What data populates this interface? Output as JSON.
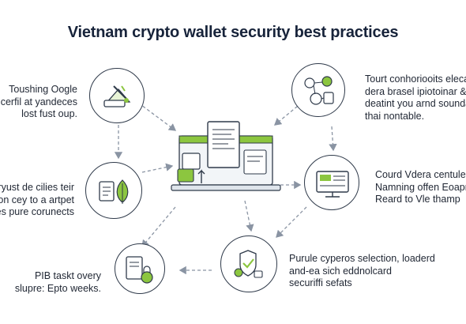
{
  "title": "Vietnam crypto wallet security best practices",
  "nodes": [
    {
      "id": "top-left",
      "icon": "wallet-pen-icon",
      "lines": [
        "Toushing Oogle",
        "cerfil at yandeces",
        "lost fust oup."
      ]
    },
    {
      "id": "mid-left",
      "icon": "document-leaf-icon",
      "lines": [
        "t cryust de cilies teir",
        "on cey to a artpet",
        "es pure corunects"
      ]
    },
    {
      "id": "bottom-left",
      "icon": "tablet-lock-icon",
      "lines": [
        "PIB taskt overy",
        "slupre: Epto weeks."
      ]
    },
    {
      "id": "top-right",
      "icon": "connected-devices-icon",
      "lines": [
        "Tourt conhoriooits elecabt",
        "dera brasel ipiotoinar & pu",
        "deatint you arnd soundar",
        "thai nontable."
      ]
    },
    {
      "id": "mid-right",
      "icon": "monitor-icon",
      "lines": [
        "Courd Vdera centule",
        "Namning offen Eoapm",
        "Reard to Vle thamp"
      ]
    },
    {
      "id": "bottom-right",
      "icon": "shield-check-icon",
      "lines": [
        "Purule cyperos selection, loaderd",
        "and-ea sich eddnolcard",
        "securiffi sefats"
      ]
    }
  ],
  "colors": {
    "accent": "#8cc63f",
    "line": "#2f3a4a",
    "arrow": "#8a94a3"
  }
}
